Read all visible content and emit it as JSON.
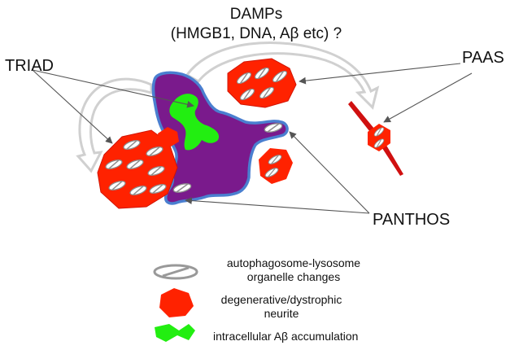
{
  "title": {
    "line1": "DAMPs",
    "line2": "(HMGB1, DNA, Aβ etc) ?"
  },
  "labels": {
    "triad": "TRIAD",
    "paas": "PAAS",
    "panthos": "PANTHOS"
  },
  "legend": [
    {
      "line1": "autophagosome-lysosome",
      "line2": "organelle changes"
    },
    {
      "line1": "degenerative/dystrophic",
      "line2": "neurite"
    },
    {
      "line1": "intracellular Aβ accumulation"
    }
  ],
  "colors": {
    "neuron_fill": "#7a1a8c",
    "neuron_border": "#4a7fd0",
    "neurite_fill": "#ff2200",
    "neurite_edge": "#cc1100",
    "abeta_fill": "#22ee11",
    "organelle_stroke": "#999999",
    "arrow_gray": "#d9d9d9",
    "pointer_line": "#555555"
  }
}
